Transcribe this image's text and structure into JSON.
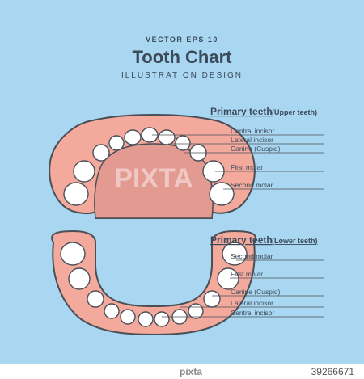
{
  "header": {
    "sup": "VECTOR EPS 10",
    "title": "Tooth Chart",
    "sub": "ILLUSTRATION DESIGN"
  },
  "upper": {
    "title": "Primary teeth",
    "subtitle": "(Upper teeth)",
    "labels": [
      "Central incisor",
      "Lateral incisor",
      "Canine (Cuspid)",
      "First molar",
      "Second molar"
    ]
  },
  "lower": {
    "title": "Primary teeth",
    "subtitle": "(Lower teeth)",
    "labels": [
      "Second molar",
      "First molar",
      "Canine (Cuspid)",
      "Lateral incisor",
      "Central incisor"
    ]
  },
  "watermark": "PIXTA",
  "footer": {
    "logo": "pixta",
    "id": "39266671"
  },
  "colors": {
    "background": "#a9d6f0",
    "gum": "#f3a99b",
    "palate": "#e39a90",
    "outline": "#4a4f57",
    "tooth": "#ffffff"
  }
}
